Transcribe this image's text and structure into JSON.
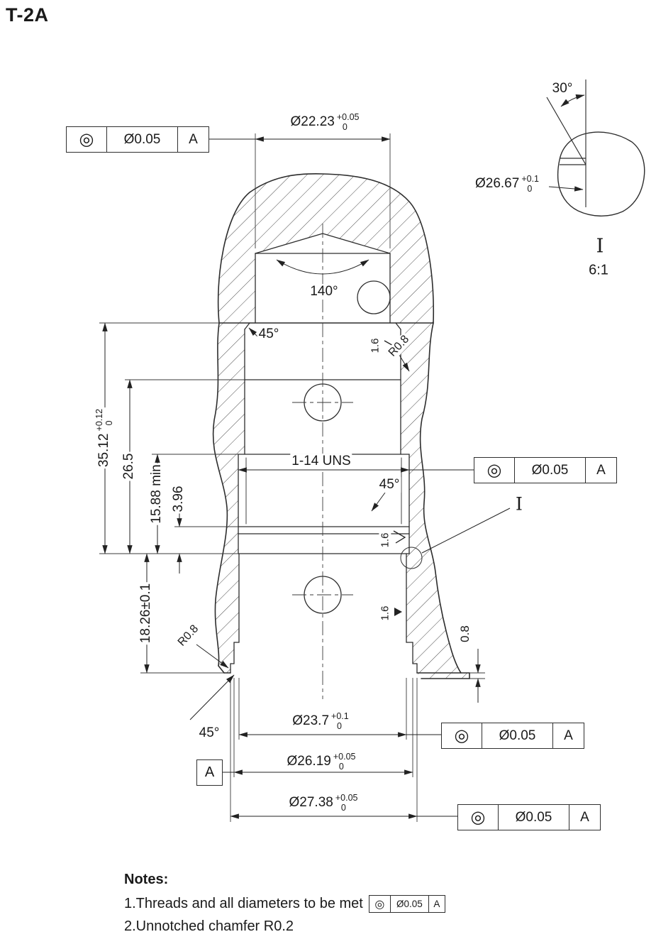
{
  "title": "T-2A",
  "detail_view": {
    "angle": "30°",
    "diameter": {
      "v": "Ø26.67",
      "up": "+0.1",
      "dn": "0"
    },
    "label": "I",
    "scale": "6:1"
  },
  "dims": {
    "top_dia": {
      "v": "Ø22.23",
      "up": "+0.05",
      "dn": "0"
    },
    "cone_angle": "140°",
    "chamfer_top": "45°",
    "finish_top": "1.6",
    "radius_top": "R0.8",
    "depth_3512": {
      "v": "35.12",
      "up": "+0.12",
      "dn": "0"
    },
    "depth_265": "26.5",
    "thread": "1-14 UNS",
    "chamfer_mid": "45°",
    "depth_1588": "15.88 min",
    "depth_396": "3.96",
    "finish_mid": "1.6",
    "depth_1826": "18.26±0.1",
    "radius_bot": "R0.8",
    "finish_low": "1.6",
    "foot": "0.8",
    "chamfer_bot": "45°",
    "bore_237": {
      "v": "Ø23.7",
      "up": "+0.1",
      "dn": "0"
    },
    "bore_2619": {
      "v": "Ø26.19",
      "up": "+0.05",
      "dn": "0"
    },
    "bore_2738": {
      "v": "Ø27.38",
      "up": "+0.05",
      "dn": "0"
    },
    "section_ref": "I"
  },
  "fcf": {
    "symbol": "◎",
    "tolerance": "Ø0.05",
    "datum": "A"
  },
  "datum_flag": "A",
  "notes": {
    "heading": "Notes:",
    "note1": "1.Threads and all diameters to be met",
    "note2": "2.Unnotched chamfer R0.2"
  }
}
